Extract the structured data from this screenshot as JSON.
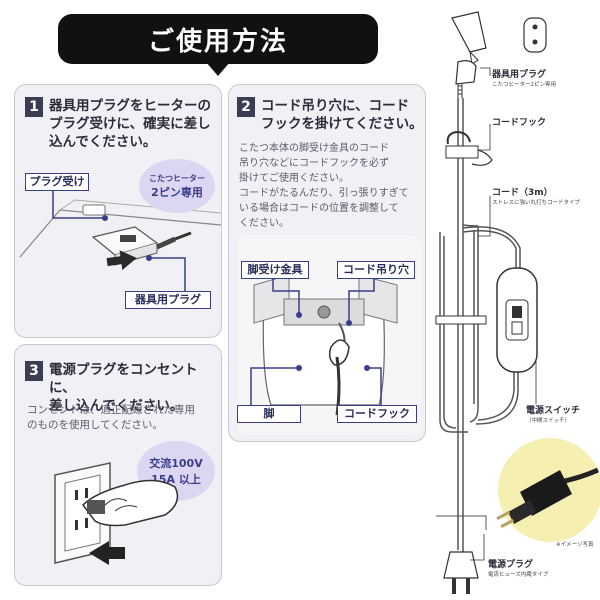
{
  "title": "ご使用方法",
  "steps": [
    {
      "number": "1",
      "heading_lines": [
        "器具用プラグをヒーターの",
        "プラグ受けに、確実に差し",
        "込んでください。"
      ],
      "labels": {
        "plug_receiver": "プラグ受け",
        "kotatsu_heater": "こたつヒーター",
        "two_pin": "2ピン専用",
        "appliance_plug": "器具用プラグ"
      }
    },
    {
      "number": "2",
      "heading_lines": [
        "コード吊り穴に、コード",
        "フックを掛けてください。"
      ],
      "body_lines": [
        "こたつ本体の脚受け金具のコード",
        "吊り穴などにコードフックを必ず",
        "掛けてご使用ください。",
        "コードがたるんだり、引っ張りすぎて",
        "いる場合はコードの位置を調整して",
        "ください。"
      ],
      "labels": {
        "leg_bracket": "脚受け金具",
        "cord_hole": "コード吊り穴",
        "leg": "脚",
        "cord_hook": "コードフック"
      }
    },
    {
      "number": "3",
      "heading_lines": [
        "電源プラグをコンセントに、",
        "差し込んでください。"
      ],
      "body_lines": [
        "コンセントは、適正配線された専用",
        "のものを使用してください。"
      ],
      "labels": {
        "ac_line1": "交流100V",
        "ac_line2": "15A 以上"
      }
    }
  ],
  "diagram": {
    "appliance_plug": {
      "label": "器具用プラグ",
      "sub": "こたつヒーター2ピン専用"
    },
    "cord_hook": {
      "label": "コードフック"
    },
    "cord": {
      "label": "コード（3m）",
      "sub": "ストレスに強い丸打ちコードタイプ"
    },
    "power_switch": {
      "label": "電源スイッチ",
      "sub": "（中間スイッチ）"
    },
    "image_note": "※イメージ写真",
    "power_plug": {
      "label": "電源プラグ",
      "sub": "電流ヒューズ内蔵タイプ"
    }
  },
  "colors": {
    "accent_navy": "#3a3d8a",
    "badge_lavender": "#dcd6f2",
    "panel_bg": "#f1f0f4",
    "title_bg": "#111111"
  }
}
